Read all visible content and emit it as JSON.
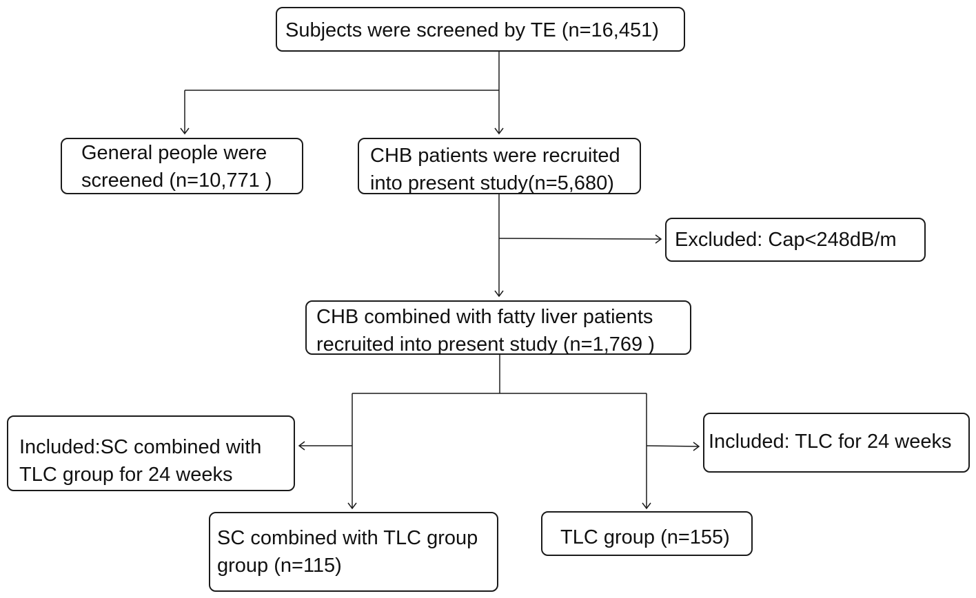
{
  "flowchart": {
    "screened": {
      "line1": "Subjects were screened by TE (n=16,451)"
    },
    "general": {
      "line1": "General people were",
      "line2": "screened (n=10,771 )"
    },
    "chb": {
      "line1": "CHB patients were recruited",
      "line2": "into  present study(n=5,680)"
    },
    "excluded": {
      "line1": "Excluded:  Cap<248dB/m"
    },
    "fatty_liver": {
      "line1": "CHB combined with fatty liver  patients",
      "line2": "recruited into present study (n=1,769 )"
    },
    "included_sc": {
      "line1": "Included:SC combined with",
      "line2": "TLC group for 24 weeks"
    },
    "included_tlc": {
      "line1": "Included: TLC for 24 weeks"
    },
    "sc_group": {
      "line1": "SC combined with TLC group",
      "line2": "group (n=115)"
    },
    "tlc_group": {
      "line1": "TLC group  (n=155)"
    }
  },
  "colors": {
    "line": "#1a1a1a",
    "text": "#111111",
    "background": "#ffffff"
  }
}
